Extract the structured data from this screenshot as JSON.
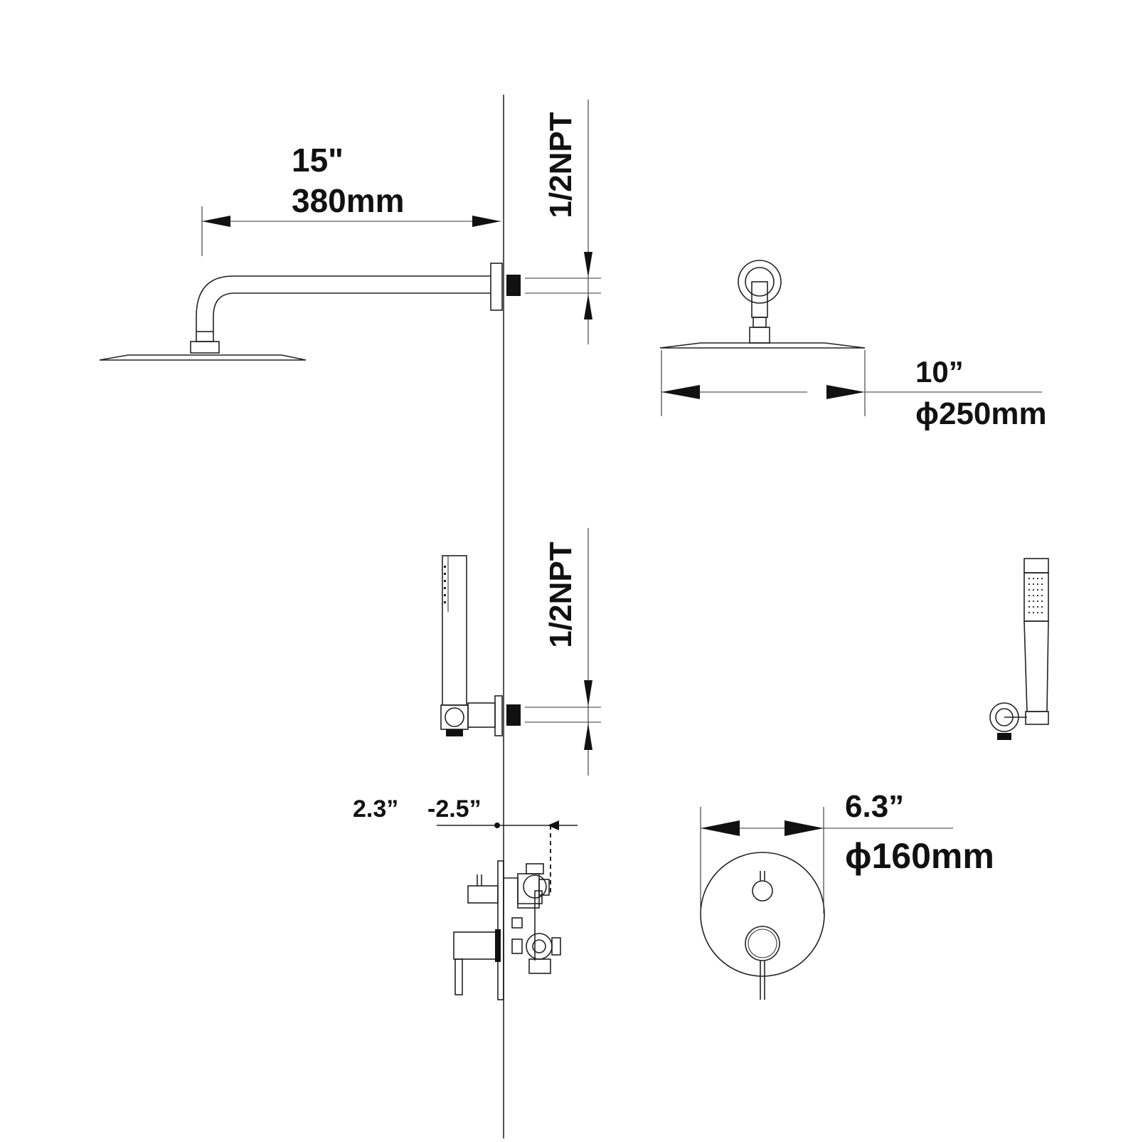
{
  "labels": {
    "arm_length_in": "15\"",
    "arm_length_mm": "380mm",
    "npt_top": "1/2NPT",
    "npt_bottom": "1/2NPT",
    "head_dia_in": "10”",
    "head_dia_mm": "ϕ250mm",
    "depth_min": "2.3”",
    "depth_max": "-2.5”",
    "trim_dia_in": "6.3”",
    "trim_dia_mm": "ϕ160mm"
  }
}
